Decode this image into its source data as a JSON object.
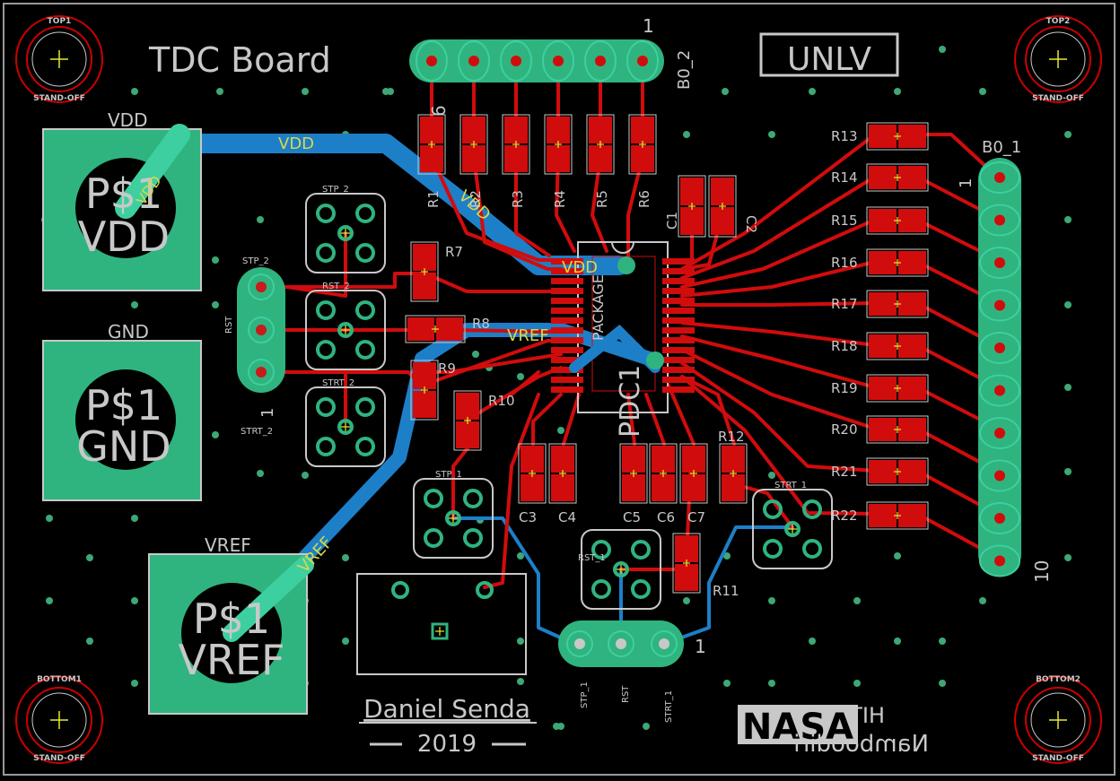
{
  "board": {
    "title": "TDC Board",
    "org": "UNLV",
    "author": "Daniel Senda",
    "year": "2019",
    "logo_text": "NASA",
    "mirror_text_1": "HIT",
    "mirror_text_2": "Namboodiri"
  },
  "holes": {
    "top_left": {
      "name": "TOP1",
      "sub": "STAND-OFF"
    },
    "top_right": {
      "name": "TOP2",
      "sub": "STAND-OFF"
    },
    "bottom_left": {
      "name": "BOTTOM1",
      "sub": "STAND-OFF"
    },
    "bottom_right": {
      "name": "BOTTOM2",
      "sub": "STAND-OFF"
    }
  },
  "power_pads": {
    "vdd": {
      "label": "VDD",
      "line1": "P$1",
      "line2": "VDD"
    },
    "gnd": {
      "label": "GND",
      "line1": "P$1",
      "line2": "GND"
    },
    "vref": {
      "label": "VREF",
      "line1": "P$1",
      "line2": "VREF"
    }
  },
  "nets": {
    "vdd": "VDD",
    "vref": "VREF"
  },
  "headers": {
    "b0_2": {
      "label": "B0_2",
      "pin1": "1",
      "pin6": "6"
    },
    "b0_1": {
      "label": "B0_1",
      "pin1": "1",
      "pin10": "10"
    },
    "left": {
      "top": "STP_2",
      "mid": "RST",
      "bottom": "STRT_2",
      "pin1": "1"
    },
    "bottom": {
      "a": "STP_1",
      "b": "RST",
      "c": "STRT_1",
      "pin1": "1"
    }
  },
  "buttons": {
    "stp2": "STP_2",
    "rst2": "RST_2",
    "strt2": "STRT_2",
    "stp1": "STP_1",
    "rst1": "RST_1",
    "strt1": "STRT_1"
  },
  "chip": {
    "name": "PDC1",
    "package": "PACKAGE",
    "pin_label": "VDD"
  },
  "resistors_top": [
    "R1",
    "R2",
    "R3",
    "R4",
    "R5",
    "R6"
  ],
  "resistors_mid": [
    "R7",
    "R8",
    "R9",
    "R10",
    "R11",
    "R12"
  ],
  "resistors_right": [
    "R13",
    "R14",
    "R15",
    "R16",
    "R17",
    "R18",
    "R19",
    "R20",
    "R21",
    "R22"
  ],
  "capacitors": [
    "C1",
    "C2",
    "C3",
    "C4",
    "C5",
    "C6",
    "C7"
  ],
  "colors": {
    "copper_top": "#d10c0c",
    "copper_bottom": "#1d7fc8",
    "pad_green": "#2fb47f",
    "pad_light": "#3dcfa0",
    "silk": "#c8c8c8",
    "drill_dot": "#3ca877",
    "crosshair": "#e8e832",
    "hole_ring": "#cc0000",
    "outline": "#9a9a9a"
  }
}
